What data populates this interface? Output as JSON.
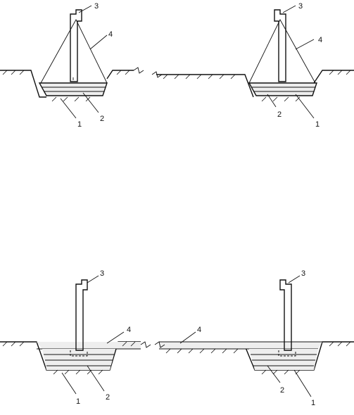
{
  "labels": {
    "one": "1",
    "two": "2",
    "three": "3",
    "four": "4"
  }
}
